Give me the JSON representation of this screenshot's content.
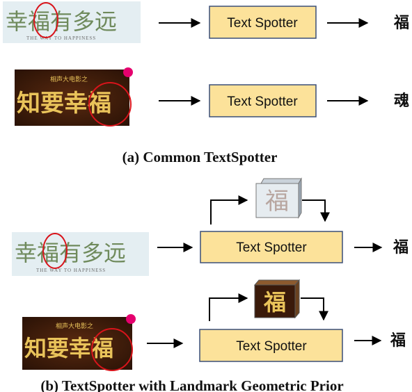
{
  "colors": {
    "box_fill": "#FCE29A",
    "box_stroke": "#3A4E78",
    "light_banner_bg": "#E4EEF2",
    "light_banner_text": "#6F8A5C",
    "dark_banner_bg": "#3A1A0A",
    "dark_banner_text": "#E9C35A",
    "circle": "#D9141B",
    "badge": "#E5006E"
  },
  "section_a": {
    "caption": "(a) Common TextSpotter",
    "rows": [
      {
        "box_label": "Text Spotter",
        "output": "福",
        "image_text": "幸福有多远",
        "image_subtext": "THE WAY TO HAPPINESS",
        "variant": "light"
      },
      {
        "box_label": "Text Spotter",
        "output": "魂",
        "image_text": "知要幸福",
        "image_subtext": "相声大电影之",
        "variant": "dark"
      }
    ]
  },
  "section_b": {
    "caption": "(b) TextSpotter with Landmark Geometric Prior",
    "rows": [
      {
        "box_label": "Text Spotter",
        "output": "福",
        "image_text": "幸福有多远",
        "image_subtext": "THE WAY TO HAPPINESS",
        "prior_glyph": "福",
        "variant": "light"
      },
      {
        "box_label": "Text Spotter",
        "output": "福",
        "image_text": "知要幸福",
        "image_subtext": "相声大电影之",
        "prior_glyph": "福",
        "variant": "dark"
      }
    ]
  },
  "icons": [
    "arrow-right-icon",
    "elbow-arrow-icon",
    "glyph-cube-icon"
  ]
}
